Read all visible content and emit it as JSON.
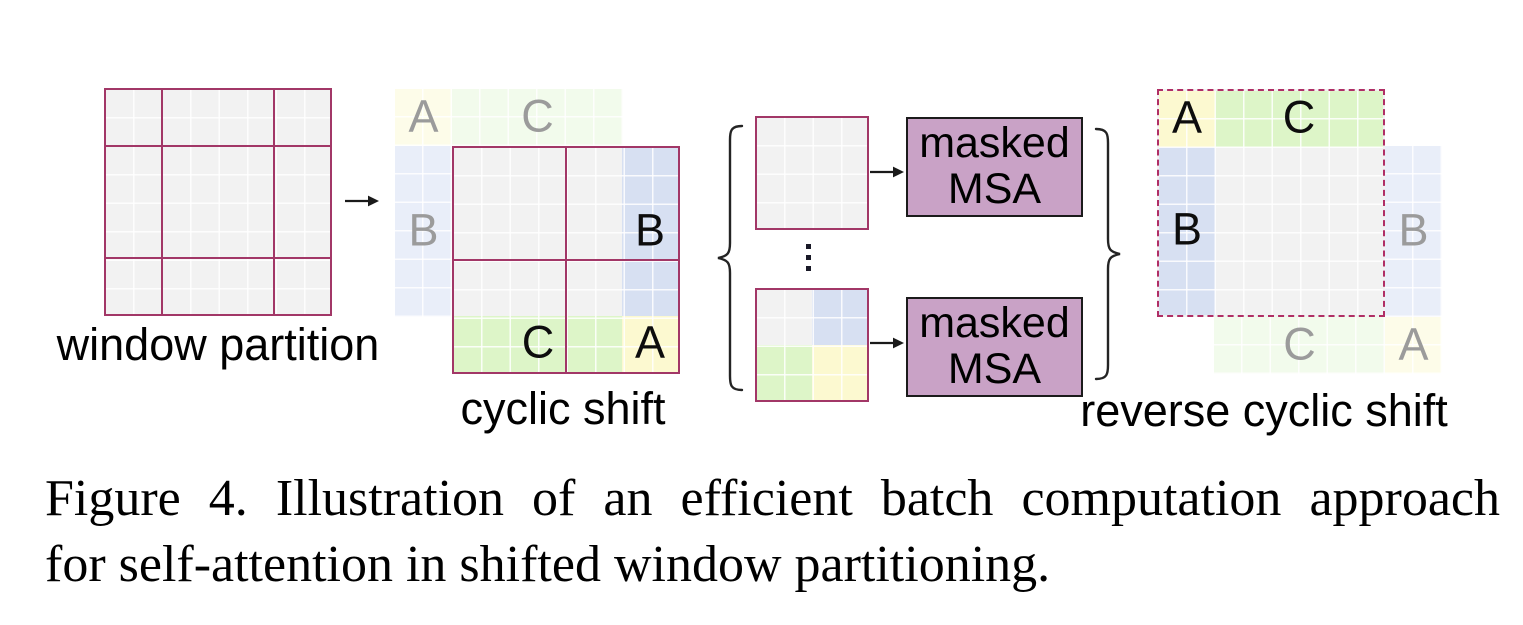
{
  "labels": {
    "window_partition": "window partition",
    "cyclic_shift": "cyclic shift",
    "reverse_cyclic_shift": "reverse cyclic shift",
    "masked_msa_line1": "masked",
    "masked_msa_line2": "MSA",
    "region_a": "A",
    "region_b": "B",
    "region_c": "C"
  },
  "caption": {
    "line1": "Figure 4. Illustration of an efficient batch computation approach",
    "line2": "for self-attention in shifted window partitioning."
  },
  "colors": {
    "background": "#ffffff",
    "cell_gray": "#f2f2f2",
    "yellow": "#fcf9d0",
    "green": "#ddf5c8",
    "blue": "#d7e0f2",
    "yellow_faded": "#fdfce9",
    "green_faded": "#f2fbec",
    "blue_faded": "#e9eef9",
    "magenta": "#a23767",
    "magenta_dash": "#b02e65",
    "mauve": "#c9a2c6",
    "label_gray": "#9b9b9b",
    "ink": "#0d0d0d"
  }
}
